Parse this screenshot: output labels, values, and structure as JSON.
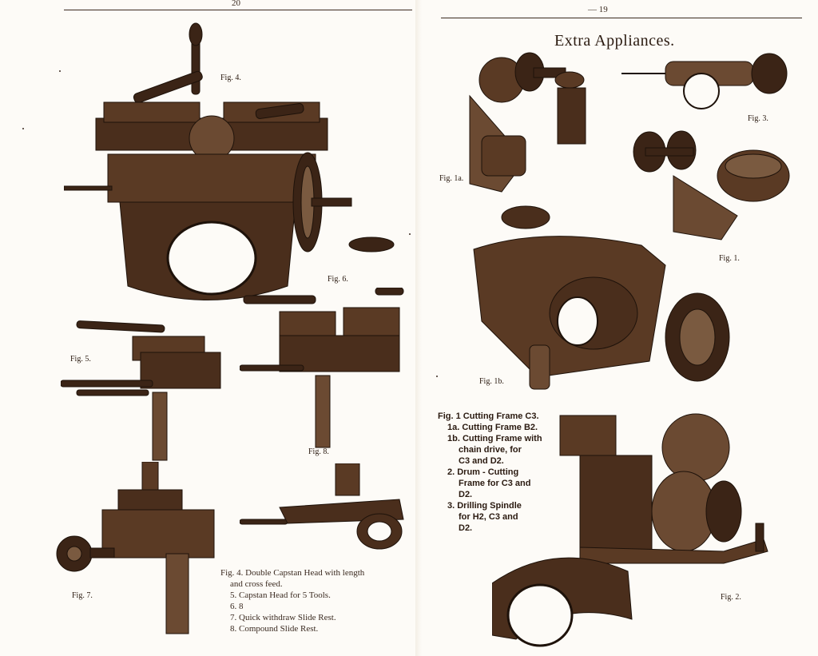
{
  "left_page": {
    "page_number": "20",
    "figures": [
      {
        "label": "Fig. 4."
      },
      {
        "label": "Fig. 6."
      },
      {
        "label": "Fig. 5."
      },
      {
        "label": "Fig. 8."
      },
      {
        "label": "Fig. 7."
      }
    ],
    "caption": [
      "Fig. 4. Double Capstan Head with length",
      "and cross feed.",
      "5. Capstan Head for 5 Tools.",
      "6.                 8",
      "7. Quick withdraw Slide Rest.",
      "8. Compound Slide Rest."
    ]
  },
  "right_page": {
    "page_number": "— 19",
    "title": "Extra Appliances.",
    "figures": [
      {
        "label": "Fig. 3."
      },
      {
        "label": "Fig. 1a."
      },
      {
        "label": "Fig. 1."
      },
      {
        "label": "Fig. 1b."
      },
      {
        "label": "Fig. 2."
      }
    ],
    "caption": [
      "Fig. 1 Cutting Frame C3.",
      "1a. Cutting Frame B2.",
      "1b. Cutting Frame with",
      "chain drive, for",
      "C3 and D2.",
      "2. Drum - Cutting",
      "Frame for C3 and",
      "D2.",
      "3. Drilling Spindle",
      "for H2, C3 and",
      "D2."
    ]
  },
  "colors": {
    "ink": "#2a1a10",
    "sepia": "#6b4a32",
    "paper": "#fdfbf7"
  }
}
